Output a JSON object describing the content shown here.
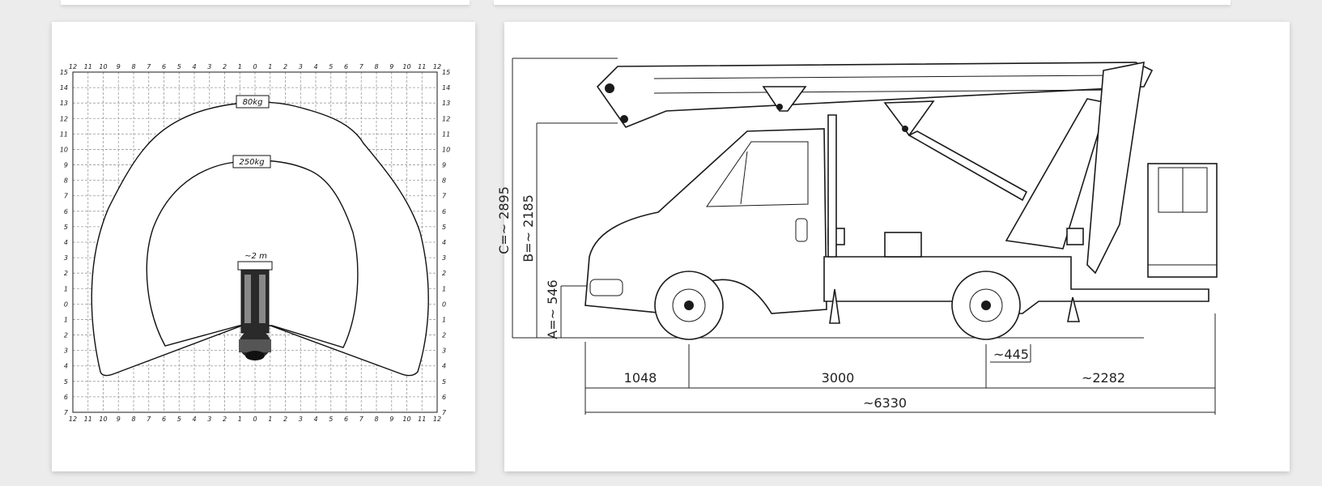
{
  "working_diagram": {
    "x_ticks": [
      "12",
      "11",
      "10",
      "9",
      "8",
      "7",
      "6",
      "5",
      "4",
      "3",
      "2",
      "1",
      "0",
      "1",
      "2",
      "3",
      "4",
      "5",
      "6",
      "7",
      "8",
      "9",
      "10",
      "11",
      "12"
    ],
    "y_ticks": [
      "15",
      "14",
      "13",
      "12",
      "11",
      "10",
      "9",
      "8",
      "7",
      "6",
      "5",
      "4",
      "3",
      "2",
      "1",
      "0",
      "1",
      "2",
      "3",
      "4",
      "5",
      "6",
      "7"
    ],
    "outer_envelope_label": "80kg",
    "inner_envelope_label": "250kg",
    "vehicle_width_label": "~2 m"
  },
  "side_view": {
    "height_C": "C=~ 2895",
    "height_B": "B=~ 2185",
    "height_A": "A=~ 546",
    "front_overhang": "1048",
    "wheelbase": "3000",
    "rear_overhang": "~2282",
    "rear_offset": "~445",
    "total_length": "~6330"
  }
}
